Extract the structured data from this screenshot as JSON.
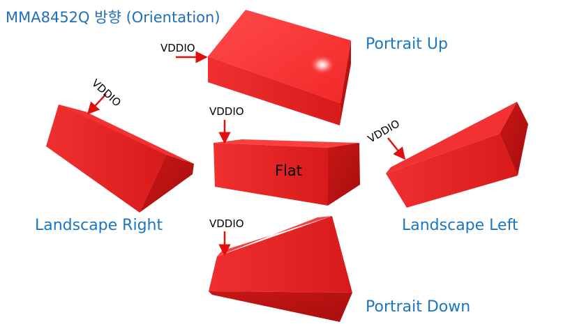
{
  "title": "MMA8452Q 방향 (Orientation)",
  "colors": {
    "title": "#1f6fb8",
    "label": "#1976c4",
    "box_top": "#ff3b3b",
    "box_front": "#e81c1c",
    "box_side": "#c31212",
    "arrow": "#e01010"
  },
  "orientations": {
    "portrait_up": {
      "label": "Portrait Up",
      "pin": "VDDIO"
    },
    "landscape_right": {
      "label": "Landscape Right",
      "pin": "VDDIO"
    },
    "flat": {
      "label": "Flat",
      "pin": "VDDIO"
    },
    "landscape_left": {
      "label": "Landscape Left",
      "pin": "VDDIO"
    },
    "portrait_down": {
      "label": "Portrait Down",
      "pin": "VDDIO"
    }
  }
}
